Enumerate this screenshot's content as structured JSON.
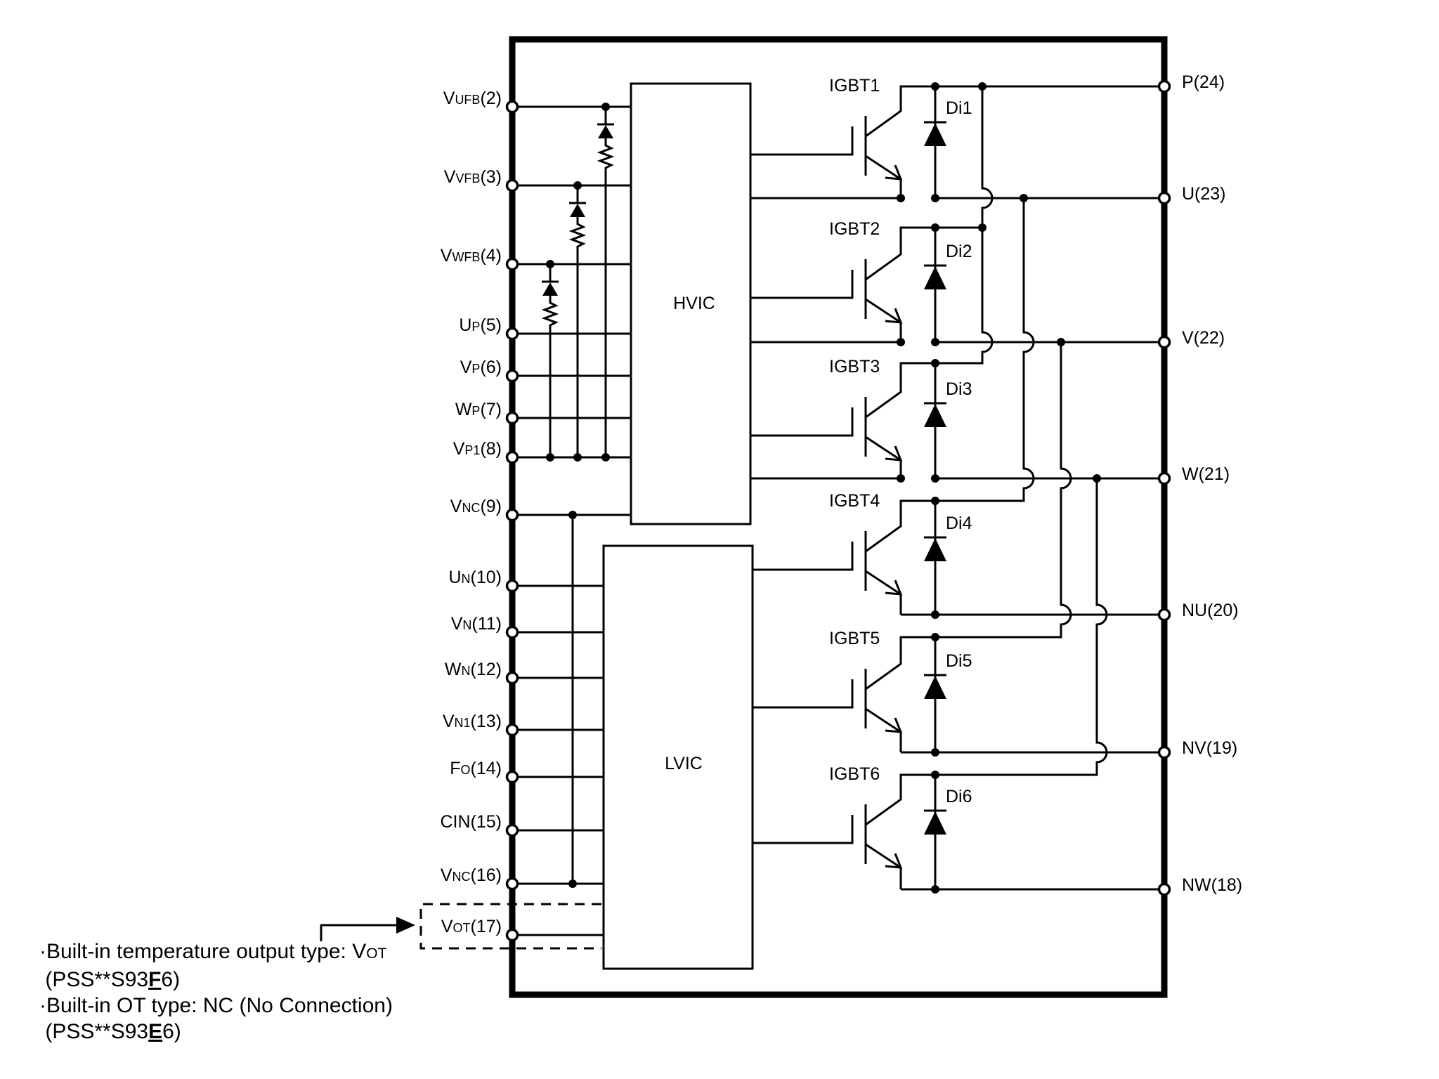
{
  "title": "PSS**S93*6 internal circuit block diagram",
  "blocks": {
    "hvic": "HVIC",
    "lvic": "LVIC"
  },
  "left_pins": [
    {
      "main": "V",
      "sub": "UFB",
      "num": "(2)"
    },
    {
      "main": "V",
      "sub": "VFB",
      "num": "(3)"
    },
    {
      "main": "V",
      "sub": "WFB",
      "num": "(4)"
    },
    {
      "main": "U",
      "sub": "P",
      "num": "(5)"
    },
    {
      "main": "V",
      "sub": "P",
      "num": "(6)"
    },
    {
      "main": "W",
      "sub": "P",
      "num": "(7)"
    },
    {
      "main": "V",
      "sub": "P1",
      "num": "(8)"
    },
    {
      "main": "V",
      "sub": "NC",
      "num": "(9)"
    },
    {
      "main": "U",
      "sub": "N",
      "num": "(10)"
    },
    {
      "main": "V",
      "sub": "N",
      "num": "(11)"
    },
    {
      "main": "W",
      "sub": "N",
      "num": "(12)"
    },
    {
      "main": "V",
      "sub": "N1",
      "num": "(13)"
    },
    {
      "main": "F",
      "sub": "O",
      "num": "(14)"
    },
    {
      "main": "CIN",
      "sub": "",
      "num": "(15)"
    },
    {
      "main": "V",
      "sub": "NC",
      "num": "(16)"
    },
    {
      "main": "V",
      "sub": "OT",
      "num": "(17)"
    }
  ],
  "right_pins": [
    {
      "label": "P(24)"
    },
    {
      "label": "U(23)"
    },
    {
      "label": "V(22)"
    },
    {
      "label": "W(21)"
    },
    {
      "label": "NU(20)"
    },
    {
      "label": "NV(19)"
    },
    {
      "label": "NW(18)"
    }
  ],
  "switches": [
    {
      "igbt": "IGBT1",
      "diode": "Di1"
    },
    {
      "igbt": "IGBT2",
      "diode": "Di2"
    },
    {
      "igbt": "IGBT3",
      "diode": "Di3"
    },
    {
      "igbt": "IGBT4",
      "diode": "Di4"
    },
    {
      "igbt": "IGBT5",
      "diode": "Di5"
    },
    {
      "igbt": "IGBT6",
      "diode": "Di6"
    }
  ],
  "notes": {
    "line1_prefix": "·Built-in temperature output type: V",
    "line1_sub": "OT",
    "line2_prefix": " (PSS**S93",
    "line2_bold": "F",
    "line2_suffix": "6)",
    "line3": "·Built-in OT type: NC (No Connection)",
    "line4_prefix": " (PSS**S93",
    "line4_bold": "E",
    "line4_suffix": "6)"
  }
}
